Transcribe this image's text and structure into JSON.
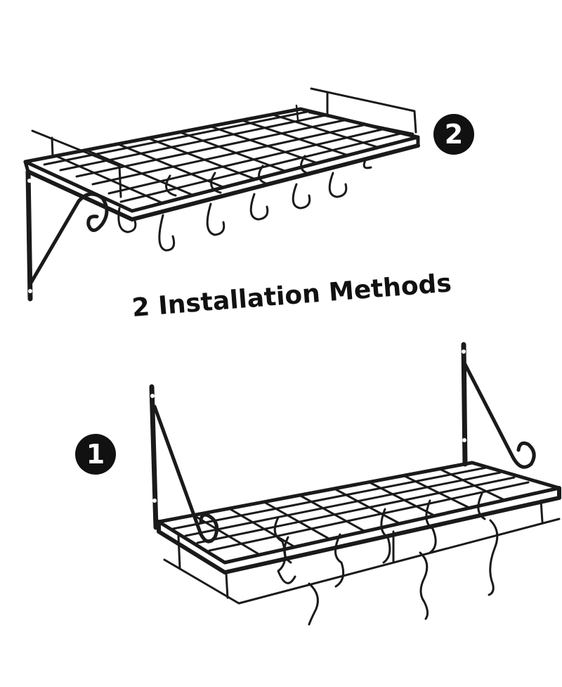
{
  "headline": "2 Installation Methods",
  "badges": {
    "method_top": "2",
    "method_bottom": "1"
  },
  "colors": {
    "ink": "#111111",
    "background": "#ffffff"
  },
  "illustrations": {
    "top": "wall-mounted pot rack with bottom brackets and side rails, S-hooks hanging",
    "bottom": "wall-mounted pot rack with top brackets, S-hooks hanging below grid"
  }
}
